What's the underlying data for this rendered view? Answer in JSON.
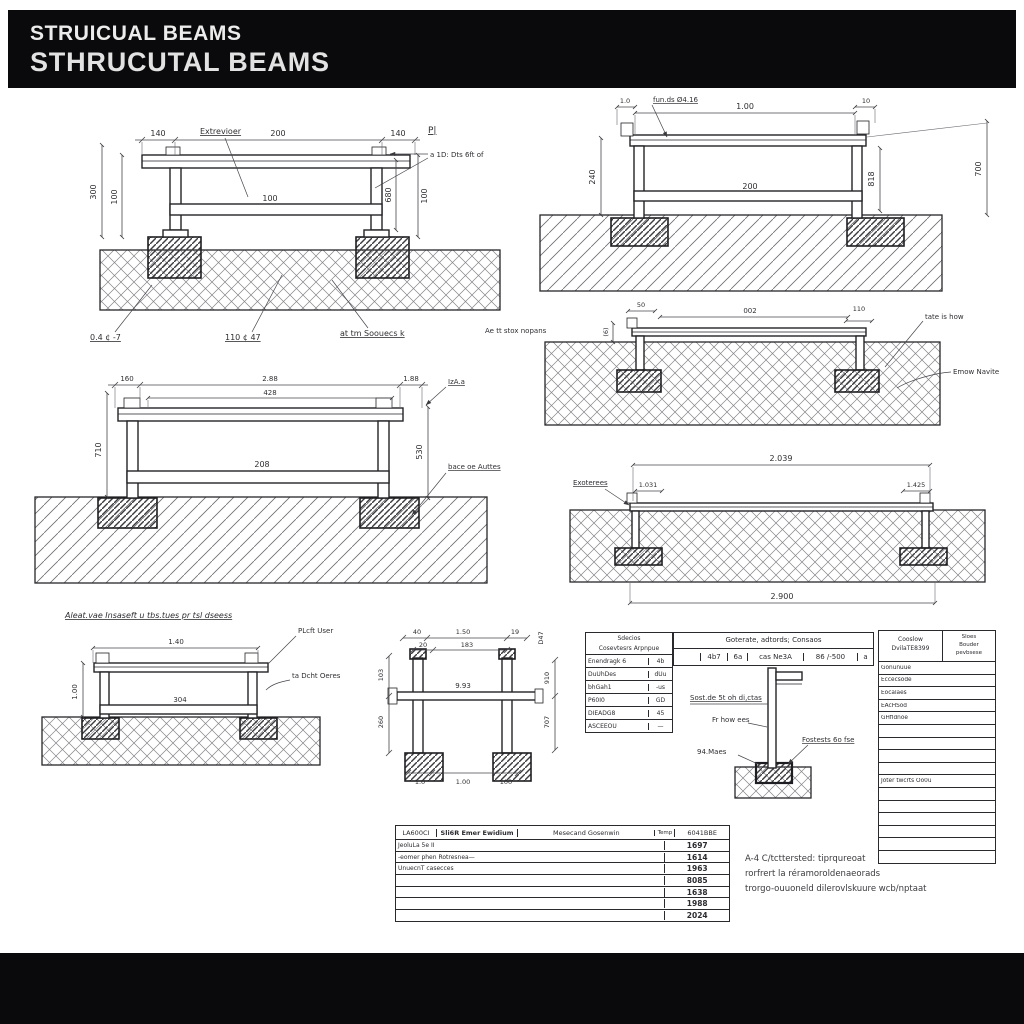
{
  "header": {
    "title_line1": "STRUICUAL BEAMS",
    "title_line2": "STHRUCUTAL BEAMS"
  },
  "d1": {
    "label_top": "Extrevioer",
    "label_p": "P|",
    "leader_right": "a 1D: Dts 6ft of",
    "dim_left": "140",
    "dim_span": "200",
    "dim_right": "140",
    "dim_v_left_outer": "300",
    "dim_v_left_inner": "100",
    "dim_v_right_inner": "680",
    "dim_v_right_outer": "100",
    "dim_mid": "100",
    "note1": "0.4 ¢ -7",
    "note2": "110 ¢ 47",
    "note3": "at tm Soouecs k"
  },
  "d2": {
    "label_top": "fun.ds Ø4.16",
    "dim_left": "1.0",
    "dim_span": "1.00",
    "dim_right": "10",
    "dim_v_left": "240",
    "dim_v_right_inner": "818",
    "dim_v_right_outer": "700",
    "dim_mid": "200"
  },
  "d3": {
    "label_left": "Ae tt stox nopans",
    "dim_left": "50",
    "dim_span": "002",
    "dim_right": "110",
    "dim_v_left": "(6)",
    "leader1": "tate is how",
    "leader2": "Emow Navite"
  },
  "d4": {
    "dim_left": "160",
    "dim_span": "2.88",
    "dim_sub": "428",
    "dim_right": "1.88",
    "leader_top": "IzA.a",
    "dim_v_left": "710",
    "dim_v_right": "530",
    "dim_mid": "208",
    "leader_right": "bace oe Auttes"
  },
  "d5": {
    "label_left": "Exoterees",
    "dim_span": "2.039",
    "dim_sub_left": "1.031",
    "dim_sub_right": "1.425",
    "dim_bottom": "2.900"
  },
  "d6": {
    "title": "Aleat.vae Insaseft u tbs.tues pr tsl dseess",
    "dim_span": "1.40",
    "dim_v_left": "1.00",
    "dim_mid": "304",
    "leader1": "PLcft User",
    "leader2": "ta Dcht Oeres"
  },
  "d7": {
    "dim_t1": "40",
    "dim_t2": "1.50",
    "dim_t3": "19",
    "dim_t4": "20",
    "dim_t5": "183",
    "dim_r0": "D47",
    "dim_mid": "9.93",
    "dim_l1": "103",
    "dim_l2": "260",
    "dim_r1": "910",
    "dim_r2": "707",
    "dim_b1": "1.0",
    "dim_b2": "1.00",
    "dim_b3": "100"
  },
  "d8": {
    "leader1": "Sost.de 5t oh di,ctas",
    "leader2": "Fr how ees",
    "leader3": "94.Maes",
    "leader4": "Fostests 6o fse"
  },
  "spec_table": {
    "h1": "Sdecios",
    "h2": "Cosevtesrs Arpnpue",
    "rows": [
      {
        "n": "Enendragk 6",
        "v": "4b"
      },
      {
        "n": "DuUhDes",
        "v": "dUu"
      },
      {
        "n": "bhGah1",
        "v": "-us"
      },
      {
        "n": "P60I0",
        "v": "GD"
      },
      {
        "n": "DIEADG8",
        "v": "45"
      },
      {
        "n": "ASCEEOU",
        "v": "—"
      }
    ]
  },
  "strip_table": {
    "title": "Goterate, adtords; Consaos",
    "c1": "",
    "c2": "4b7",
    "c3": "6a",
    "c4": "cas Ne3A",
    "c5": "86 /-500",
    "c6": "a"
  },
  "right_table": {
    "h1a": "Cooslow",
    "h1b": "DvilaTE8399",
    "h2a": "Sloes",
    "h2b": "Bouder",
    "h2c": "pevbsese",
    "rows": [
      "Gonunuue",
      "Eccecsode",
      "Eocalaes",
      "EAcHSod",
      "GHfidnoe",
      "",
      "",
      "",
      "",
      "Joter twcrts Oo0u",
      "",
      "",
      "",
      "",
      "",
      ""
    ]
  },
  "bottom_table": {
    "headers": [
      "LA600CI",
      "Sli6R Emer Ewidium",
      "Mesecand Gosenwin",
      "Temp",
      "6041BBE"
    ],
    "left_texts": [
      "JeoluLa 5e II",
      "-eomer phen Rotresnea—",
      "UnuecnT casecces",
      "",
      "",
      "",
      ""
    ],
    "values": [
      "1697",
      "1614",
      "1963",
      "8085",
      "1638",
      "1988",
      "2024"
    ]
  },
  "notes": {
    "line1": "A-4 C/tcttersted: tiprqureoat",
    "line2": "rorfrert la réramoroldenaeorads",
    "line3": "trorgo-ouuoneld dilerovlskuure wcb/nptaat"
  }
}
